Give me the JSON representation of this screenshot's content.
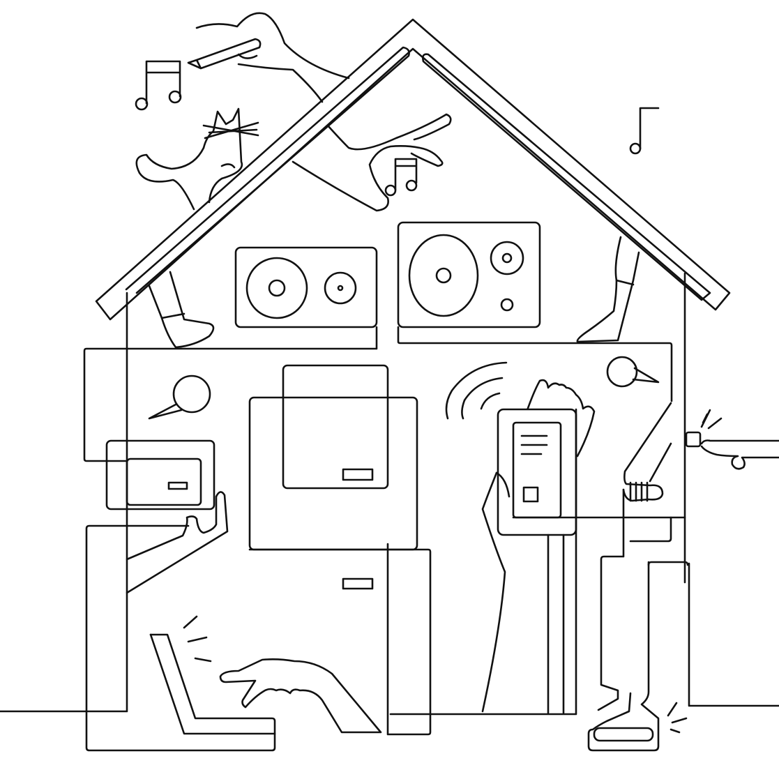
{
  "illustration": {
    "style": "monoline",
    "colors": {
      "background": "#ffffff",
      "line": "#111111"
    },
    "elements": [
      "house-outline",
      "roof",
      "cat",
      "music-notes",
      "hand-with-pencil",
      "bookshelf-speaker",
      "large-speaker",
      "legs-on-roof",
      "smart-speaker-bubble",
      "thermostat",
      "refrigerator",
      "wireless-signal",
      "hand-holding-phone",
      "hand-on-switch",
      "doorbell-finger",
      "laptop-typing-hand",
      "vacuum-cleaner"
    ]
  }
}
